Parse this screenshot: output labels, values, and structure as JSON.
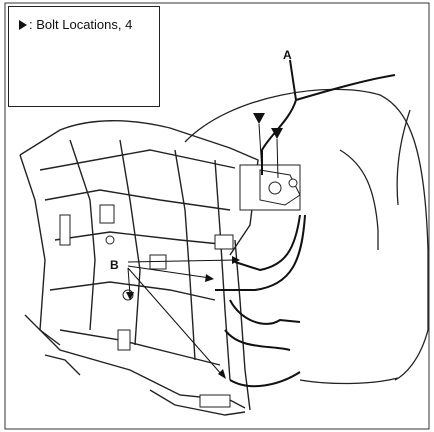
{
  "legend": {
    "text": "►: Bolt Locations, 4",
    "label": ": Bolt Locations, 4"
  },
  "callouts": {
    "a": "A",
    "b": "B"
  }
}
